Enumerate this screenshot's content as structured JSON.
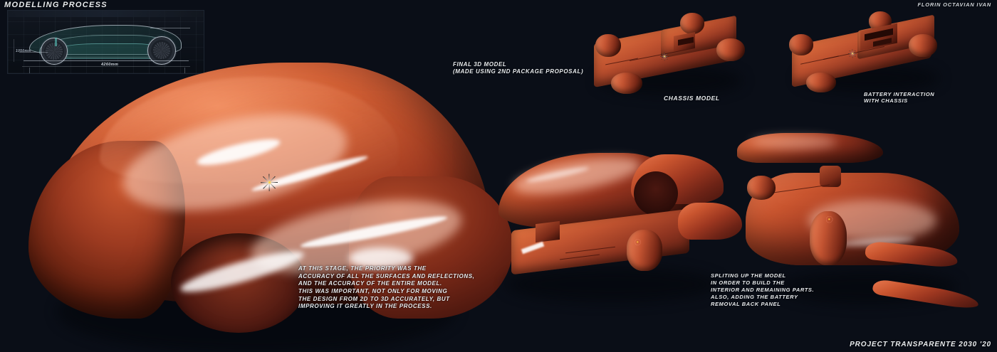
{
  "board": {
    "title": "MODELLING PROCESS",
    "author": "FLORIN OCTAVIAN IVAN",
    "footer": "PROJECT TRANSPARENTE 2030 '20",
    "background_color": "#0a0e17",
    "accent_color": "#c9552f"
  },
  "blueprint": {
    "name": "side-profile-package-drawing",
    "dimension_height": "1050mm",
    "dimension_length": "4260mm",
    "line_color": "#c8d2dc",
    "surface_color": "#2e6e6a"
  },
  "captions": {
    "final_model_line1": "FINAL 3D MODEL",
    "final_model_line2": "(MADE USING 2ND PACKAGE PROPOSAL)",
    "chassis_model": "CHASSIS MODEL",
    "battery_line1": "BATTERY INTERACTION",
    "battery_line2": "WITH CHASSIS",
    "body_text": "AT THIS STAGE, THE PRIORITY WAS THE\nACCURACY OF ALL THE SURFACES AND REFLECTIONS,\nAND THE ACCURACY OF THE ENTIRE MODEL.\nTHIS WAS IMPORTANT, NOT ONLY FOR MOVING\nTHE DESIGN FROM 2D TO 3D ACCURATELY, BUT\nIMPROVING IT GREATLY IN THE PROCESS.",
    "split_text": "SPLITING UP THE MODEL\nIN ORDER TO BUILD THE\nINTERIOR AND REMAINING PARTS.\nALSO, ADDING THE BATTERY\nREMOVAL BACK PANEL"
  },
  "renders": {
    "hero": "final-3d-model-body-closeup",
    "chassis_a": "chassis-model-isometric",
    "chassis_b": "battery-interaction-chassis",
    "assembly": "body-over-chassis-assembly",
    "exploded": "exploded-parts-rear-three-quarter"
  }
}
